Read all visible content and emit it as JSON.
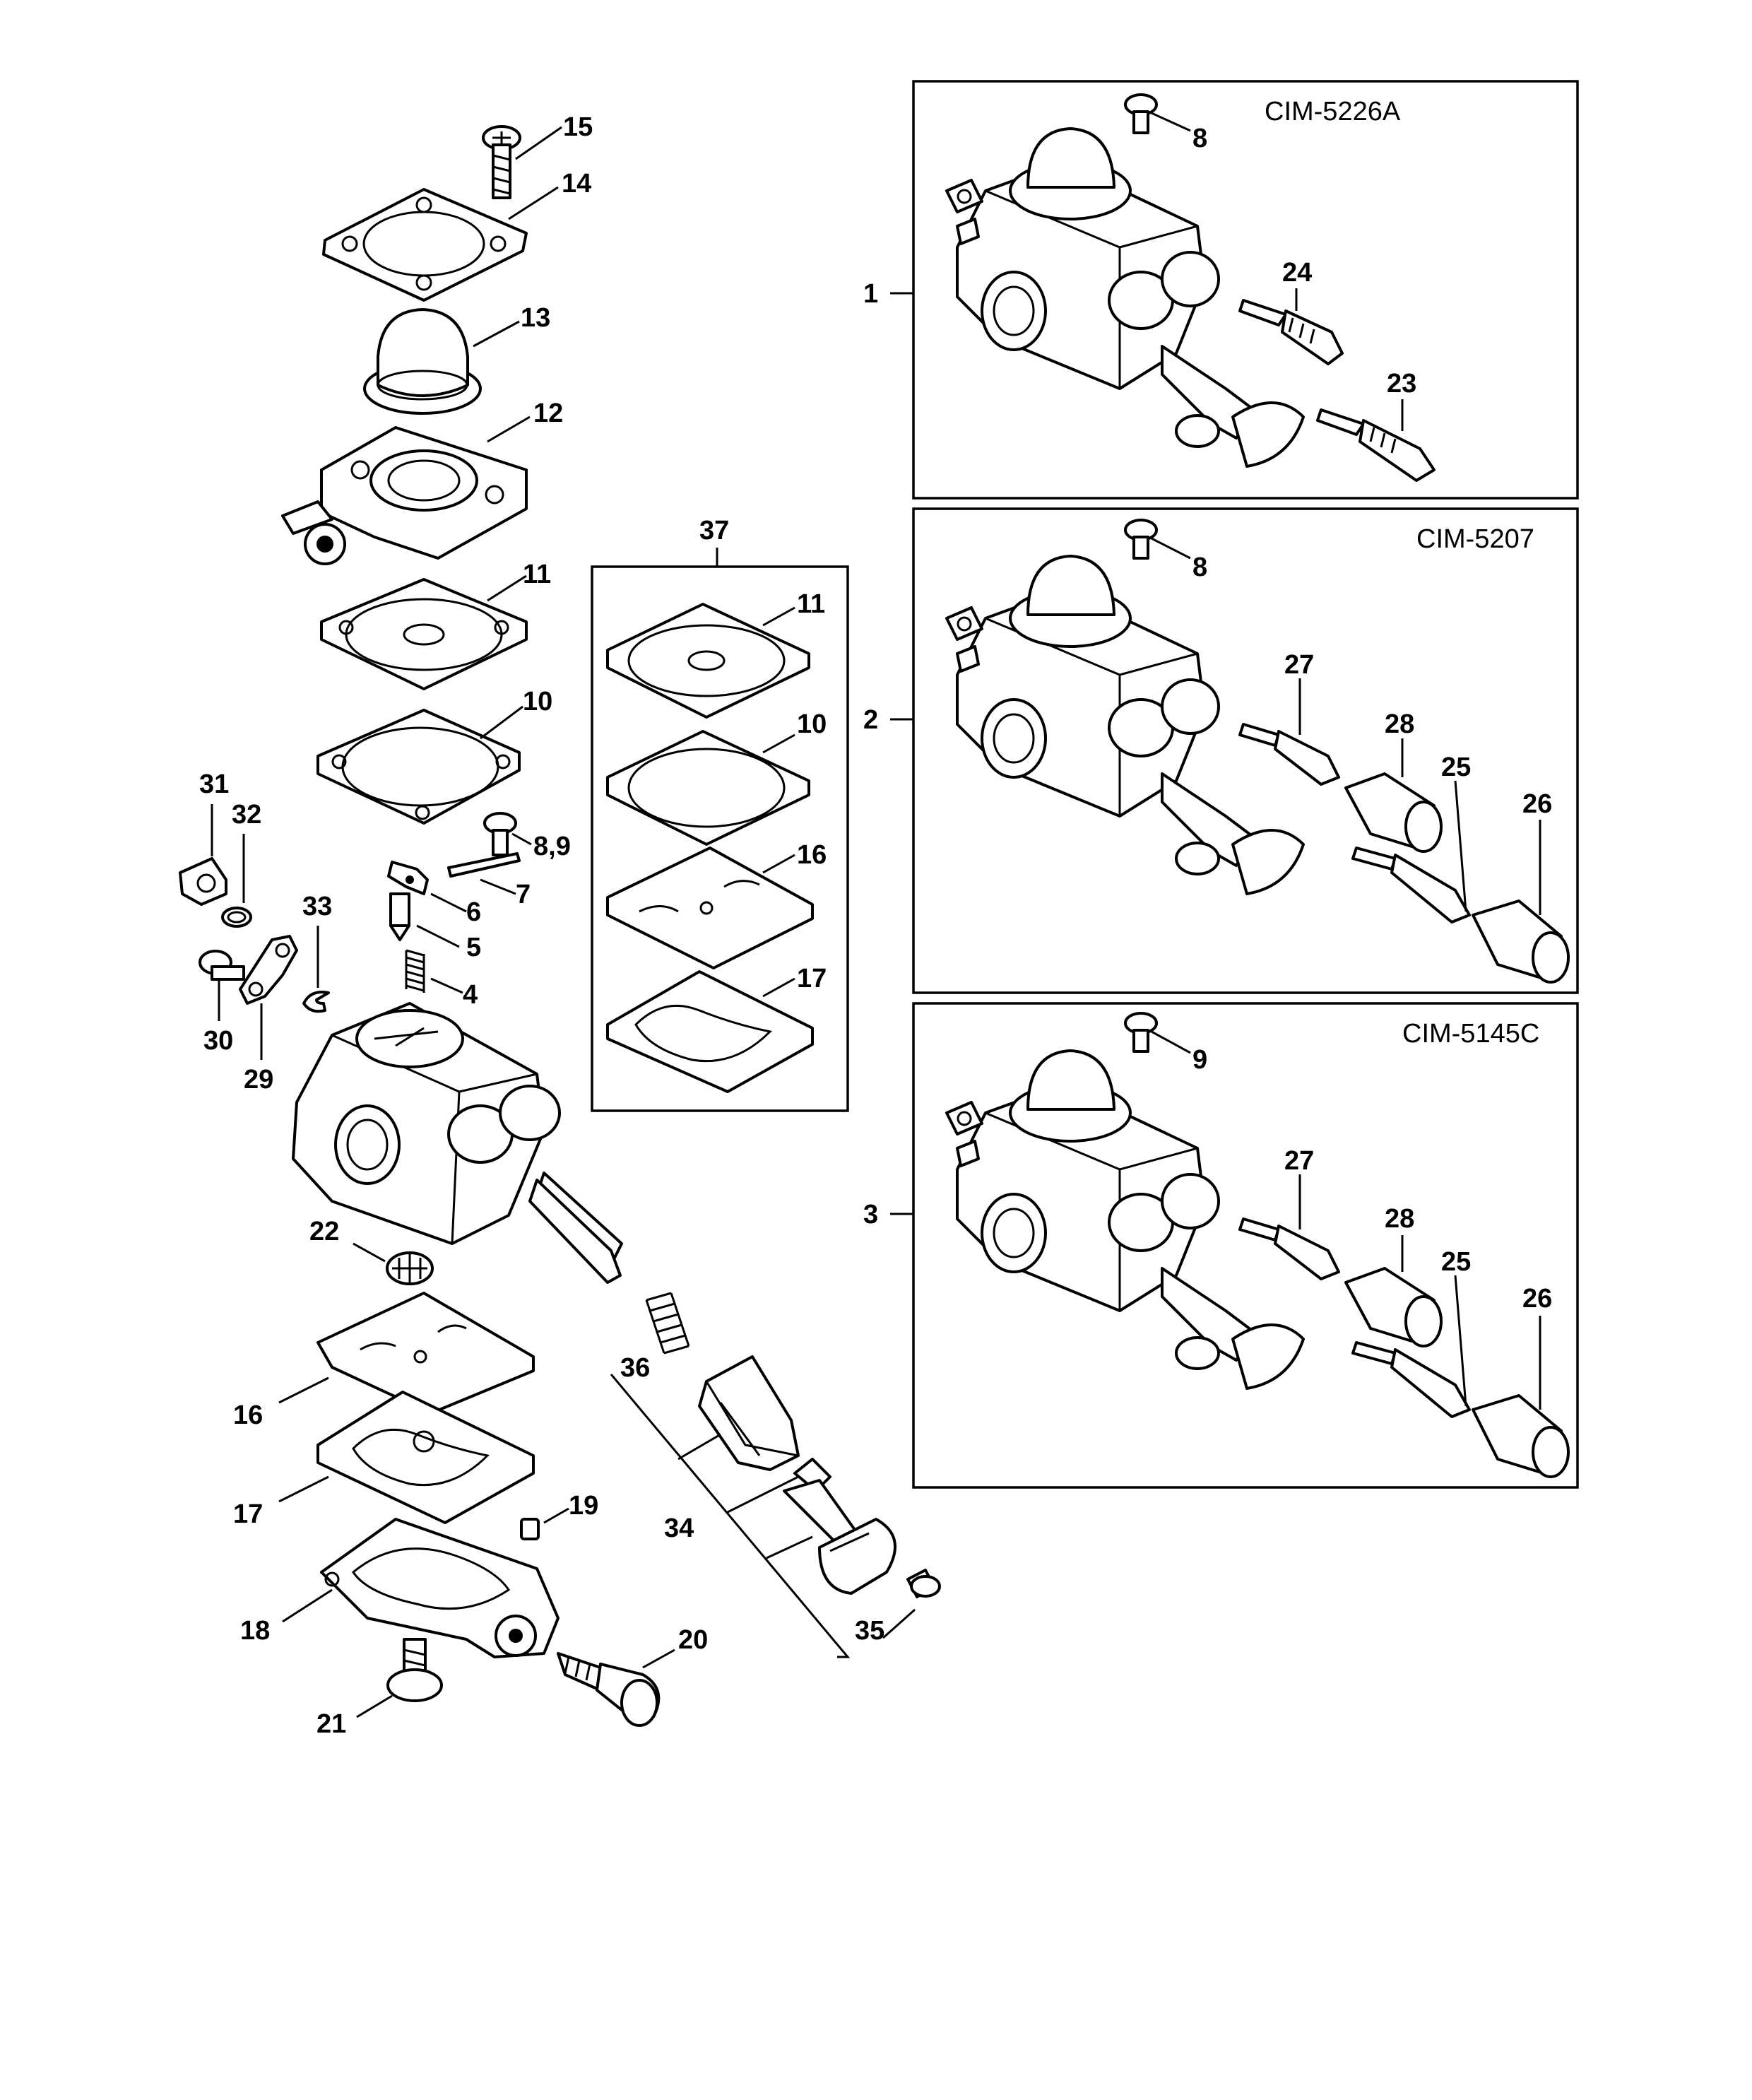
{
  "variants": [
    {
      "item": "1",
      "code": "CIM-5226A",
      "screw": "8",
      "parts": [
        "24",
        "23"
      ]
    },
    {
      "item": "2",
      "code": "CIM-5207",
      "screw": "8",
      "parts": [
        "27",
        "28",
        "25",
        "26"
      ]
    },
    {
      "item": "3",
      "code": "CIM-5145C",
      "screw": "9",
      "parts": [
        "27",
        "28",
        "25",
        "26"
      ]
    }
  ],
  "kit": {
    "item": "37",
    "parts": [
      "11",
      "10",
      "16",
      "17"
    ]
  },
  "callouts": {
    "c15": "15",
    "c14": "14",
    "c13": "13",
    "c12": "12",
    "c11": "11",
    "c10": "10",
    "c89": "8,9",
    "c7": "7",
    "c6": "6",
    "c5": "5",
    "c4": "4",
    "c31": "31",
    "c32": "32",
    "c33": "33",
    "c30": "30",
    "c29": "29",
    "c22": "22",
    "c16": "16",
    "c17": "17",
    "c19": "19",
    "c18": "18",
    "c20": "20",
    "c21": "21",
    "c36": "36",
    "c34": "34",
    "c35": "35"
  }
}
